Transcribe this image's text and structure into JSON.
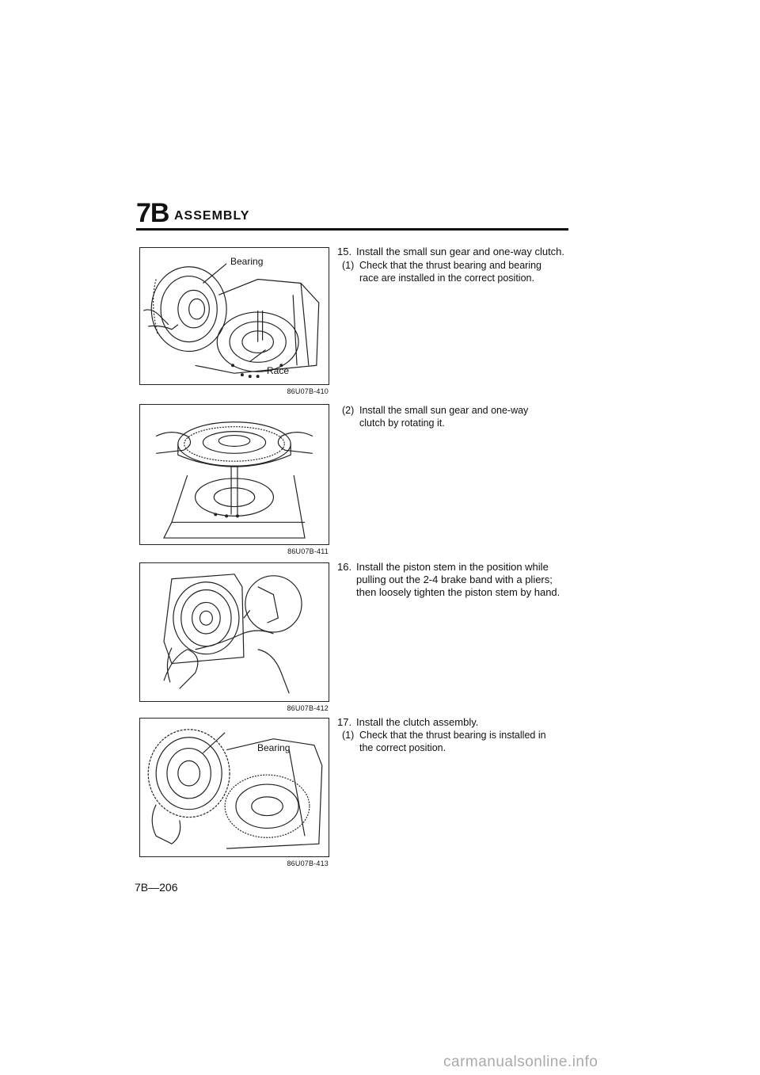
{
  "header": {
    "section_code": "7B",
    "section_title": "ASSEMBLY"
  },
  "figures": [
    {
      "code": "86U07B-410",
      "labels": {
        "bearing": "Bearing",
        "race": "Race"
      }
    },
    {
      "code": "86U07B-411"
    },
    {
      "code": "86U07B-412"
    },
    {
      "code": "86U07B-413",
      "labels": {
        "bearing": "Bearing"
      }
    }
  ],
  "steps": {
    "s15": {
      "number": "15.",
      "text": "Install the small sun gear and one-way clutch.",
      "sub1": {
        "number": "(1)",
        "text": "Check that the thrust bearing and bearing race are installed in the correct position."
      },
      "sub2": {
        "number": "(2)",
        "text": "Install the small sun gear and one-way clutch by rotating it."
      }
    },
    "s16": {
      "number": "16.",
      "text": "Install the piston stem in the position while pulling out the 2-4 brake band with a pliers; then loosely tighten the piston stem by hand."
    },
    "s17": {
      "number": "17.",
      "text": "Install the clutch assembly.",
      "sub1": {
        "number": "(1)",
        "text": "Check that the thrust bearing is installed in the correct position."
      }
    }
  },
  "page_number": "7B—206",
  "watermark": "carmanualsonline.info"
}
